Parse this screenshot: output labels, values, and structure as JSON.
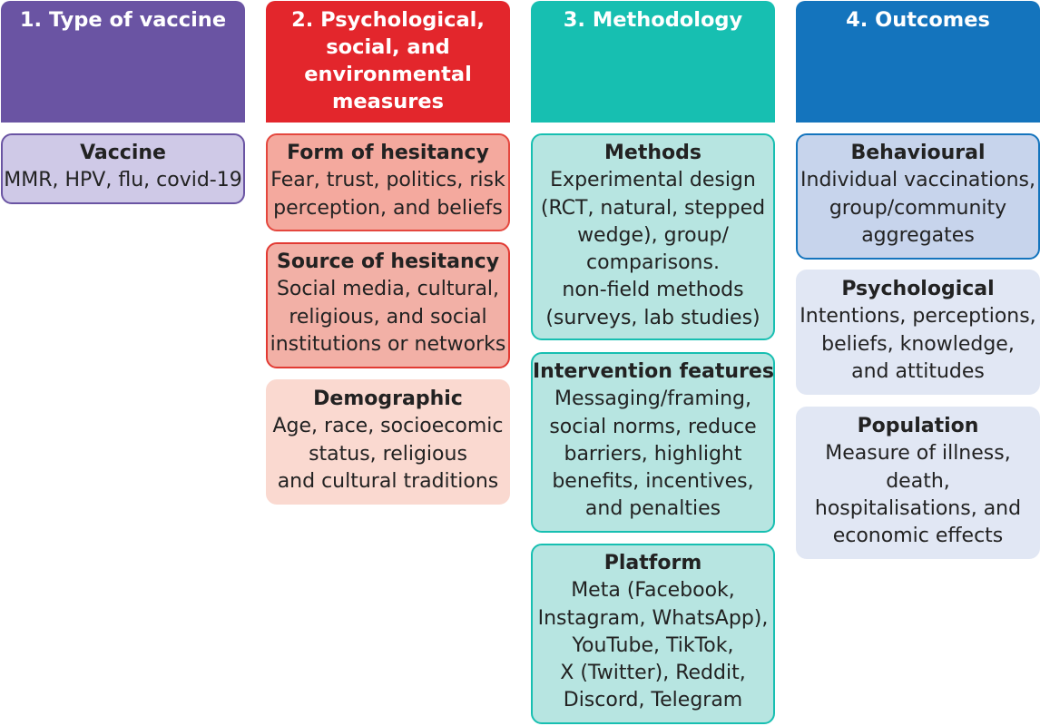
{
  "colors": {
    "col1_header": "#6a54a3",
    "col2_header": "#e3262c",
    "col3_header": "#17bfb1",
    "col4_header": "#1474bd"
  },
  "columns": [
    {
      "header": "1. Type of vaccine",
      "cards": [
        {
          "title": "Vaccine",
          "body": "MMR, HPV, flu, covid-19"
        }
      ]
    },
    {
      "header": "2. Psychological,\nsocial, and\nenvironmental\nmeasures",
      "cards": [
        {
          "title": "Form of hesitancy",
          "body": "Fear, trust, politics, risk\nperception, and beliefs"
        },
        {
          "title": "Source of hesitancy",
          "body": "Social media, cultural,\nreligious, and social\ninstitutions or networks"
        },
        {
          "title": "Demographic",
          "body": "Age, race, socioecomic\nstatus, religious\nand cultural traditions"
        }
      ]
    },
    {
      "header": "3. Methodology",
      "cards": [
        {
          "title": "Methods",
          "body": "Experimental design\n(RCT, natural, stepped\nwedge), group/\ncomparisons.\nnon-field methods\n(surveys, lab studies)"
        },
        {
          "title": "Intervention features",
          "body": "Messaging/framing,\nsocial norms, reduce\nbarriers, highlight\nbenefits, incentives,\nand penalties"
        },
        {
          "title": "Platform",
          "body": "Meta (Facebook,\nInstagram, WhatsApp),\nYouTube, TikTok,\nX (Twitter), Reddit,\nDiscord, Telegram"
        }
      ]
    },
    {
      "header": "4. Outcomes",
      "cards": [
        {
          "title": "Behavioural",
          "body": "Individual vaccinations,\ngroup/community\naggregates"
        },
        {
          "title": "Psychological",
          "body": "Intentions, perceptions,\nbeliefs, knowledge,\nand attitudes"
        },
        {
          "title": "Population",
          "body": "Measure of illness,\ndeath,\nhospitalisations, and\neconomic effects"
        }
      ]
    }
  ]
}
